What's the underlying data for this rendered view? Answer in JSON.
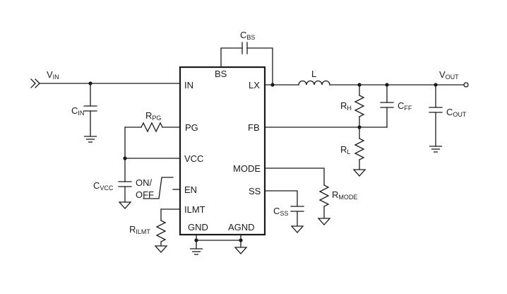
{
  "labels": {
    "vin": "V",
    "vin_sub": "IN",
    "cin": "C",
    "cin_sub": "IN",
    "rpg": "R",
    "rpg_sub": "PG",
    "cvcc": "C",
    "cvcc_sub": "VCC",
    "onoff_on": "ON/",
    "onoff_off": "OFF",
    "rilmt": "R",
    "rilmt_sub": "ILMT",
    "cbs": "C",
    "cbs_sub": "BS",
    "inductor": "L",
    "rh": "R",
    "rh_sub": "H",
    "rl": "R",
    "rl_sub": "L",
    "cff": "C",
    "cff_sub": "FF",
    "vout": "V",
    "vout_sub": "OUT",
    "cout": "C",
    "cout_sub": "OUT",
    "rmode": "R",
    "rmode_sub": "MODE",
    "css": "C",
    "css_sub": "SS"
  },
  "pins": {
    "bs": "BS",
    "in": "IN",
    "pg": "PG",
    "vcc": "VCC",
    "en": "EN",
    "ilmt": "ILMT",
    "gnd": "GND",
    "agnd": "AGND",
    "lx": "LX",
    "fb": "FB",
    "mode": "MODE",
    "ss": "SS"
  }
}
